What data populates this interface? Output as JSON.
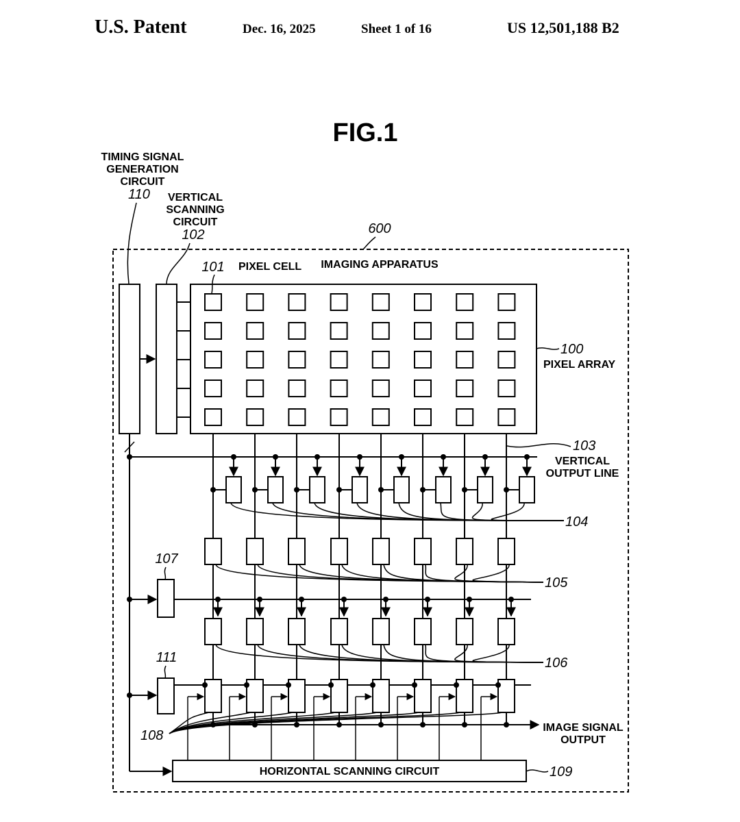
{
  "header": {
    "publication": "U.S. Patent",
    "date": "Dec. 16, 2025",
    "sheet": "Sheet 1 of 16",
    "patent_number": "US 12,501,188 B2"
  },
  "figure": {
    "title": "FIG.1",
    "labels": {
      "timing_1": "TIMING SIGNAL",
      "timing_2": "GENERATION",
      "timing_3": "CIRCUIT",
      "timing_ref": "110",
      "vscan_1": "VERTICAL",
      "vscan_2": "SCANNING",
      "vscan_3": "CIRCUIT",
      "vscan_ref": "102",
      "apparatus_ref": "600",
      "apparatus": "IMAGING APPARATUS",
      "pixel_cell_ref": "101",
      "pixel_cell": "PIXEL CELL",
      "pixel_array_ref": "100",
      "pixel_array": "PIXEL ARRAY",
      "vout_ref": "103",
      "vout_1": "VERTICAL",
      "vout_2": "OUTPUT LINE",
      "ref_104": "104",
      "ref_105": "105",
      "ref_106": "106",
      "ref_107": "107",
      "ref_111": "111",
      "ref_108": "108",
      "img_out_1": "IMAGE SIGNAL",
      "img_out_2": "OUTPUT",
      "hscan": "HORIZONTAL SCANNING CIRCUIT",
      "hscan_ref": "109"
    },
    "pixel_array_size": {
      "rows": 5,
      "columns": 8
    }
  }
}
